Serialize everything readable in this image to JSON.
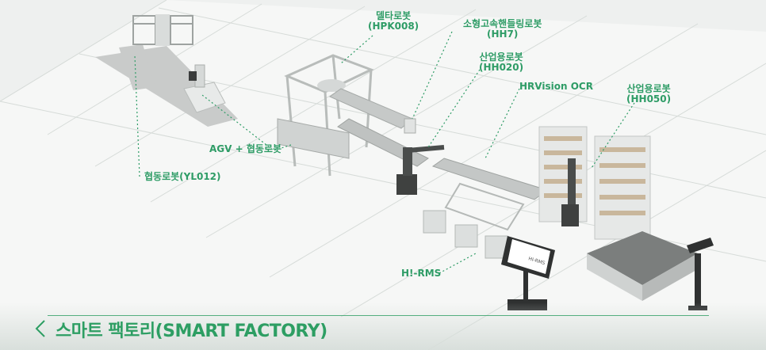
{
  "labels": {
    "delta_robot": "델타로봇\n(HPK008)",
    "small_handling_robot": "소형고속핸들링로봇\n(HH7)",
    "industrial_robot_hh020": "산업용로봇\n(HH020)",
    "hrvision": "HRVision OCR",
    "industrial_robot_hh050": "산업용로봇\n(HH050)",
    "agv_cobot": "AGV + 협동로봇",
    "cobot_yl012": "협동로봇(YL012)",
    "hi_rms": "H!-RMS"
  },
  "screen_text": "HI-RMS",
  "title": "스마트 팩토리(SMART FACTORY)",
  "colors": {
    "accent": "#2d9e63",
    "floor": "#f5f6f5",
    "machine": "#e4e6e5",
    "dark": "#3a3c3c"
  }
}
